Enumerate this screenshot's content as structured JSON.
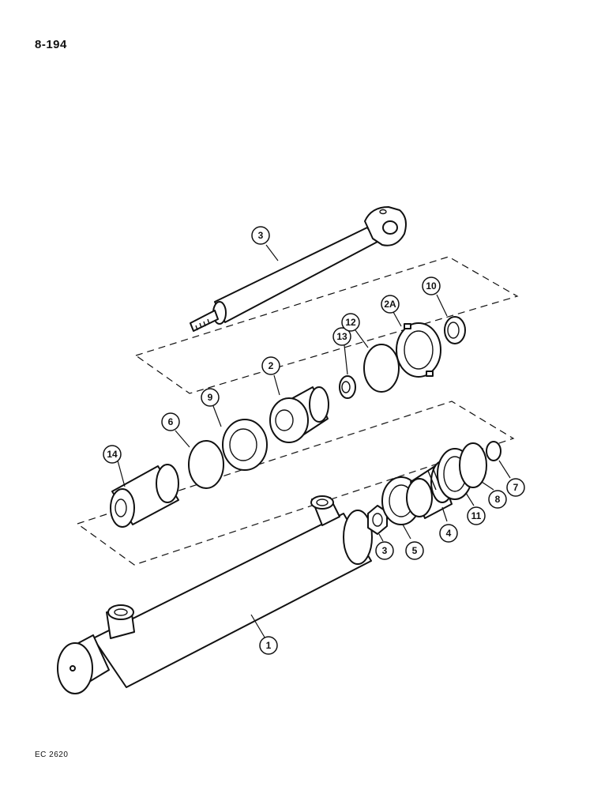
{
  "page_number": "8-194",
  "figure_code": "EC 2620",
  "callouts": {
    "rod_top": "3",
    "gland": "2",
    "ring_2a": "2A",
    "ring_10": "10",
    "ring_12": "12",
    "ring_13": "13",
    "ring_9": "9",
    "ring_6": "6",
    "spacer_14": "14",
    "ring_7": "7",
    "ring_8": "8",
    "ring_11": "11",
    "piston": "4",
    "ring_5": "5",
    "nut": "3",
    "barrel": "1"
  }
}
